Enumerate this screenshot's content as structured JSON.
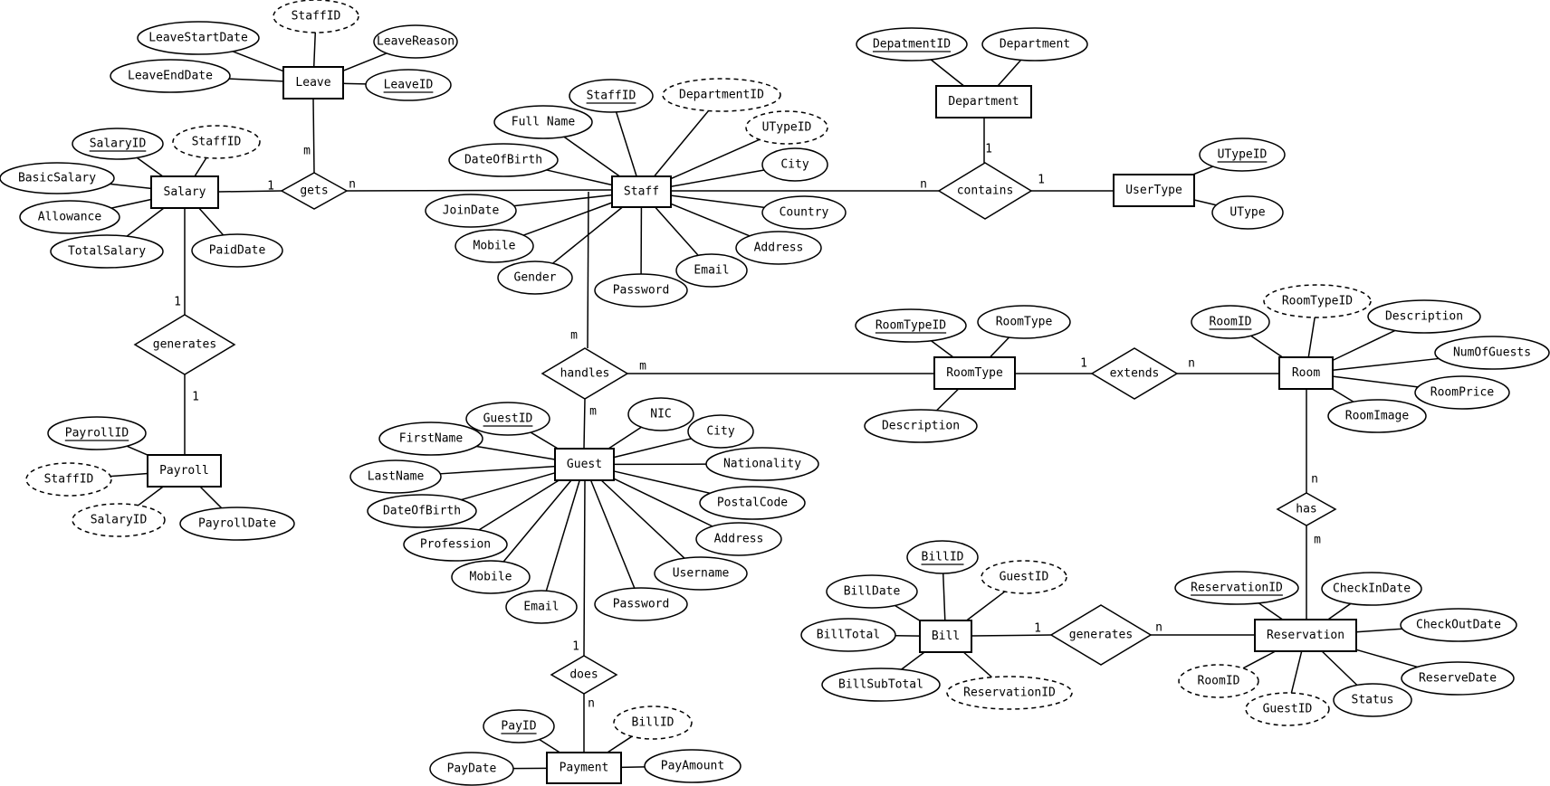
{
  "entities": [
    {
      "id": "leave",
      "label": "Leave"
    },
    {
      "id": "salary",
      "label": "Salary"
    },
    {
      "id": "payroll",
      "label": "Payroll"
    },
    {
      "id": "staff",
      "label": "Staff"
    },
    {
      "id": "department",
      "label": "Department"
    },
    {
      "id": "usertype",
      "label": "UserType"
    },
    {
      "id": "guest",
      "label": "Guest"
    },
    {
      "id": "payment",
      "label": "Payment"
    },
    {
      "id": "roomtype",
      "label": "RoomType"
    },
    {
      "id": "room",
      "label": "Room"
    },
    {
      "id": "bill",
      "label": "Bill"
    },
    {
      "id": "reservation",
      "label": "Reservation"
    }
  ],
  "relationships": [
    {
      "id": "gets",
      "label": "gets"
    },
    {
      "id": "generates-payroll",
      "label": "generates"
    },
    {
      "id": "contains",
      "label": "contains"
    },
    {
      "id": "handles",
      "label": "handles"
    },
    {
      "id": "does",
      "label": "does"
    },
    {
      "id": "extends",
      "label": "extends"
    },
    {
      "id": "has",
      "label": "has"
    },
    {
      "id": "generates-bill",
      "label": "generates"
    }
  ],
  "attributes": [
    {
      "id": "leave-staffid",
      "owner": "leave",
      "label": "StaffID",
      "key": false,
      "dashed": true
    },
    {
      "id": "leave-leavestartdate",
      "owner": "leave",
      "label": "LeaveStartDate",
      "key": false,
      "dashed": false
    },
    {
      "id": "leave-leavereason",
      "owner": "leave",
      "label": "LeaveReason",
      "key": false,
      "dashed": false
    },
    {
      "id": "leave-leaveenddate",
      "owner": "leave",
      "label": "LeaveEndDate",
      "key": false,
      "dashed": false
    },
    {
      "id": "leave-leaveid",
      "owner": "leave",
      "label": "LeaveID",
      "key": true,
      "dashed": false
    },
    {
      "id": "salary-salaryid",
      "owner": "salary",
      "label": "SalaryID",
      "key": true,
      "dashed": false
    },
    {
      "id": "salary-staffid",
      "owner": "salary",
      "label": "StaffID",
      "key": false,
      "dashed": true
    },
    {
      "id": "salary-basicsalary",
      "owner": "salary",
      "label": "BasicSalary",
      "key": false,
      "dashed": false
    },
    {
      "id": "salary-allowance",
      "owner": "salary",
      "label": "Allowance",
      "key": false,
      "dashed": false
    },
    {
      "id": "salary-totalsalary",
      "owner": "salary",
      "label": "TotalSalary",
      "key": false,
      "dashed": false
    },
    {
      "id": "salary-paiddate",
      "owner": "salary",
      "label": "PaidDate",
      "key": false,
      "dashed": false
    },
    {
      "id": "payroll-payrollid",
      "owner": "payroll",
      "label": "PayrollID",
      "key": true,
      "dashed": false
    },
    {
      "id": "payroll-staffid",
      "owner": "payroll",
      "label": "StaffID",
      "key": false,
      "dashed": true
    },
    {
      "id": "payroll-salaryid",
      "owner": "payroll",
      "label": "SalaryID",
      "key": false,
      "dashed": true
    },
    {
      "id": "payroll-payrolldate",
      "owner": "payroll",
      "label": "PayrollDate",
      "key": false,
      "dashed": false
    },
    {
      "id": "staff-staffid",
      "owner": "staff",
      "label": "StaffID",
      "key": true,
      "dashed": false
    },
    {
      "id": "staff-departmentid",
      "owner": "staff",
      "label": "DepartmentID",
      "key": false,
      "dashed": true
    },
    {
      "id": "staff-fullname",
      "owner": "staff",
      "label": "Full Name",
      "key": false,
      "dashed": false
    },
    {
      "id": "staff-utypeid",
      "owner": "staff",
      "label": "UTypeID",
      "key": false,
      "dashed": true
    },
    {
      "id": "staff-dateofbirth",
      "owner": "staff",
      "label": "DateOfBirth",
      "key": false,
      "dashed": false
    },
    {
      "id": "staff-city",
      "owner": "staff",
      "label": "City",
      "key": false,
      "dashed": false
    },
    {
      "id": "staff-joindate",
      "owner": "staff",
      "label": "JoinDate",
      "key": false,
      "dashed": false
    },
    {
      "id": "staff-country",
      "owner": "staff",
      "label": "Country",
      "key": false,
      "dashed": false
    },
    {
      "id": "staff-mobile",
      "owner": "staff",
      "label": "Mobile",
      "key": false,
      "dashed": false
    },
    {
      "id": "staff-address",
      "owner": "staff",
      "label": "Address",
      "key": false,
      "dashed": false
    },
    {
      "id": "staff-gender",
      "owner": "staff",
      "label": "Gender",
      "key": false,
      "dashed": false
    },
    {
      "id": "staff-email",
      "owner": "staff",
      "label": "Email",
      "key": false,
      "dashed": false
    },
    {
      "id": "staff-password",
      "owner": "staff",
      "label": "Password",
      "key": false,
      "dashed": false
    },
    {
      "id": "department-depatmentid",
      "owner": "department",
      "label": "DepatmentID",
      "key": true,
      "dashed": false
    },
    {
      "id": "department-department",
      "owner": "department",
      "label": "Department",
      "key": false,
      "dashed": false
    },
    {
      "id": "usertype-utypeid",
      "owner": "usertype",
      "label": "UTypeID",
      "key": true,
      "dashed": false
    },
    {
      "id": "usertype-utype",
      "owner": "usertype",
      "label": "UType",
      "key": false,
      "dashed": false
    },
    {
      "id": "guest-guestid",
      "owner": "guest",
      "label": "GuestID",
      "key": true,
      "dashed": false
    },
    {
      "id": "guest-nic",
      "owner": "guest",
      "label": "NIC",
      "key": false,
      "dashed": false
    },
    {
      "id": "guest-firstname",
      "owner": "guest",
      "label": "FirstName",
      "key": false,
      "dashed": false
    },
    {
      "id": "guest-city",
      "owner": "guest",
      "label": "City",
      "key": false,
      "dashed": false
    },
    {
      "id": "guest-lastname",
      "owner": "guest",
      "label": "LastName",
      "key": false,
      "dashed": false
    },
    {
      "id": "guest-nationality",
      "owner": "guest",
      "label": "Nationality",
      "key": false,
      "dashed": false
    },
    {
      "id": "guest-dateofbirth",
      "owner": "guest",
      "label": "DateOfBirth",
      "key": false,
      "dashed": false
    },
    {
      "id": "guest-postalcode",
      "owner": "guest",
      "label": "PostalCode",
      "key": false,
      "dashed": false
    },
    {
      "id": "guest-profession",
      "owner": "guest",
      "label": "Profession",
      "key": false,
      "dashed": false
    },
    {
      "id": "guest-address",
      "owner": "guest",
      "label": "Address",
      "key": false,
      "dashed": false
    },
    {
      "id": "guest-mobile",
      "owner": "guest",
      "label": "Mobile",
      "key": false,
      "dashed": false
    },
    {
      "id": "guest-username",
      "owner": "guest",
      "label": "Username",
      "key": false,
      "dashed": false
    },
    {
      "id": "guest-email",
      "owner": "guest",
      "label": "Email",
      "key": false,
      "dashed": false
    },
    {
      "id": "guest-password",
      "owner": "guest",
      "label": "Password",
      "key": false,
      "dashed": false
    },
    {
      "id": "payment-payid",
      "owner": "payment",
      "label": "PayID",
      "key": true,
      "dashed": false
    },
    {
      "id": "payment-billid",
      "owner": "payment",
      "label": "BillID",
      "key": false,
      "dashed": true
    },
    {
      "id": "payment-paydate",
      "owner": "payment",
      "label": "PayDate",
      "key": false,
      "dashed": false
    },
    {
      "id": "payment-payamount",
      "owner": "payment",
      "label": "PayAmount",
      "key": false,
      "dashed": false
    },
    {
      "id": "roomtype-roomtypeid",
      "owner": "roomtype",
      "label": "RoomTypeID",
      "key": true,
      "dashed": false
    },
    {
      "id": "roomtype-roomtype",
      "owner": "roomtype",
      "label": "RoomType",
      "key": false,
      "dashed": false
    },
    {
      "id": "roomtype-description",
      "owner": "roomtype",
      "label": "Description",
      "key": false,
      "dashed": false
    },
    {
      "id": "room-roomid",
      "owner": "room",
      "label": "RoomID",
      "key": true,
      "dashed": false
    },
    {
      "id": "room-roomtypeid",
      "owner": "room",
      "label": "RoomTypeID",
      "key": false,
      "dashed": true
    },
    {
      "id": "room-description",
      "owner": "room",
      "label": "Description",
      "key": false,
      "dashed": false
    },
    {
      "id": "room-numofguests",
      "owner": "room",
      "label": "NumOfGuests",
      "key": false,
      "dashed": false
    },
    {
      "id": "room-roomprice",
      "owner": "room",
      "label": "RoomPrice",
      "key": false,
      "dashed": false
    },
    {
      "id": "room-roomimage",
      "owner": "room",
      "label": "RoomImage",
      "key": false,
      "dashed": false
    },
    {
      "id": "bill-billid",
      "owner": "bill",
      "label": "BillID",
      "key": true,
      "dashed": false
    },
    {
      "id": "bill-guestid",
      "owner": "bill",
      "label": "GuestID",
      "key": false,
      "dashed": true
    },
    {
      "id": "bill-billdate",
      "owner": "bill",
      "label": "BillDate",
      "key": false,
      "dashed": false
    },
    {
      "id": "bill-billtotal",
      "owner": "bill",
      "label": "BillTotal",
      "key": false,
      "dashed": false
    },
    {
      "id": "bill-billsubtotal",
      "owner": "bill",
      "label": "BillSubTotal",
      "key": false,
      "dashed": false
    },
    {
      "id": "bill-reservationid",
      "owner": "bill",
      "label": "ReservationID",
      "key": false,
      "dashed": true
    },
    {
      "id": "reservation-reservationid",
      "owner": "reservation",
      "label": "ReservationID",
      "key": true,
      "dashed": false
    },
    {
      "id": "reservation-checkindate",
      "owner": "reservation",
      "label": "CheckInDate",
      "key": false,
      "dashed": false
    },
    {
      "id": "reservation-checkoutdate",
      "owner": "reservation",
      "label": "CheckOutDate",
      "key": false,
      "dashed": false
    },
    {
      "id": "reservation-roomid",
      "owner": "reservation",
      "label": "RoomID",
      "key": false,
      "dashed": true
    },
    {
      "id": "reservation-reservedate",
      "owner": "reservation",
      "label": "ReserveDate",
      "key": false,
      "dashed": false
    },
    {
      "id": "reservation-guestid",
      "owner": "reservation",
      "label": "GuestID",
      "key": false,
      "dashed": true
    },
    {
      "id": "reservation-status",
      "owner": "reservation",
      "label": "Status",
      "key": false,
      "dashed": false
    }
  ],
  "connections": [
    {
      "id": "leave-gets",
      "from": "leave",
      "to": "gets",
      "label": "m"
    },
    {
      "id": "salary-gets",
      "from": "salary",
      "to": "gets",
      "label": "1"
    },
    {
      "id": "gets-staff",
      "from": "gets",
      "to": "staff",
      "label": "n"
    },
    {
      "id": "salary-generates",
      "from": "salary",
      "to": "generates-payroll",
      "label": "1"
    },
    {
      "id": "generates-payroll",
      "from": "generates-payroll",
      "to": "payroll",
      "label": "1"
    },
    {
      "id": "staff-contains",
      "from": "staff",
      "to": "contains",
      "label": "n"
    },
    {
      "id": "department-contains",
      "from": "department",
      "to": "contains",
      "label": "1"
    },
    {
      "id": "contains-usertype",
      "from": "contains",
      "to": "usertype",
      "label": "1"
    },
    {
      "id": "staff-handles",
      "from": "staff",
      "to": "handles",
      "label": "m"
    },
    {
      "id": "handles-roomtype",
      "from": "handles",
      "to": "roomtype",
      "label": "m"
    },
    {
      "id": "handles-guest",
      "from": "handles",
      "to": "guest",
      "label": "m"
    },
    {
      "id": "guest-does",
      "from": "guest",
      "to": "does",
      "label": "1"
    },
    {
      "id": "does-payment",
      "from": "does",
      "to": "payment",
      "label": "n"
    },
    {
      "id": "roomtype-extends",
      "from": "roomtype",
      "to": "extends",
      "label": "1"
    },
    {
      "id": "extends-room",
      "from": "extends",
      "to": "room",
      "label": "n"
    },
    {
      "id": "room-has",
      "from": "room",
      "to": "has",
      "label": "n"
    },
    {
      "id": "has-reservation",
      "from": "has",
      "to": "reservation",
      "label": "m"
    },
    {
      "id": "bill-generates",
      "from": "bill",
      "to": "generates-bill",
      "label": "1"
    },
    {
      "id": "generates-reservation",
      "from": "generates-bill",
      "to": "reservation",
      "label": "n"
    }
  ]
}
